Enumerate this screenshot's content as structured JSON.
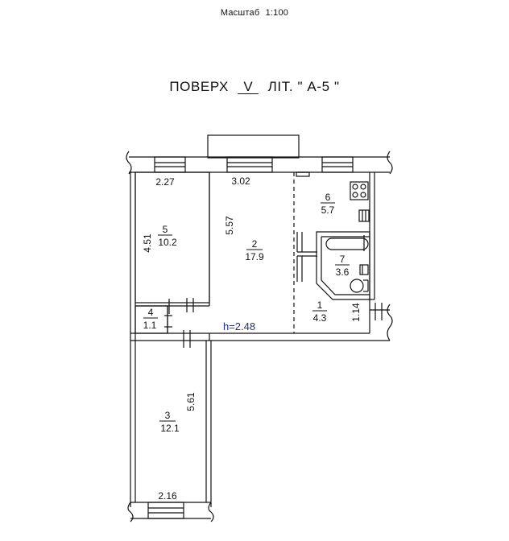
{
  "header": {
    "scale_label": "Масштаб",
    "scale_value": "1:100",
    "floor_prefix": "ПОВЕРХ",
    "floor_number": "V",
    "lit_label": "ЛІТ. \" А-5 \""
  },
  "rooms": [
    {
      "number": "1",
      "area": "4.3"
    },
    {
      "number": "2",
      "area": "17.9"
    },
    {
      "number": "3",
      "area": "12.1"
    },
    {
      "number": "4",
      "area": "1.1"
    },
    {
      "number": "5",
      "area": "10.2"
    },
    {
      "number": "6",
      "area": "5.7"
    },
    {
      "number": "7",
      "area": "3.6"
    }
  ],
  "dimensions": {
    "room5_top": "2.27",
    "room5_side": "4.51",
    "room2_top": "3.02",
    "room2_side": "5.57",
    "room3_side": "5.61",
    "room3_bottom": "2.16",
    "corridor_side": "1.14"
  },
  "ceiling_height": "h=2.48",
  "colors": {
    "lines": "#111111",
    "height_label": "#1e2e96"
  }
}
